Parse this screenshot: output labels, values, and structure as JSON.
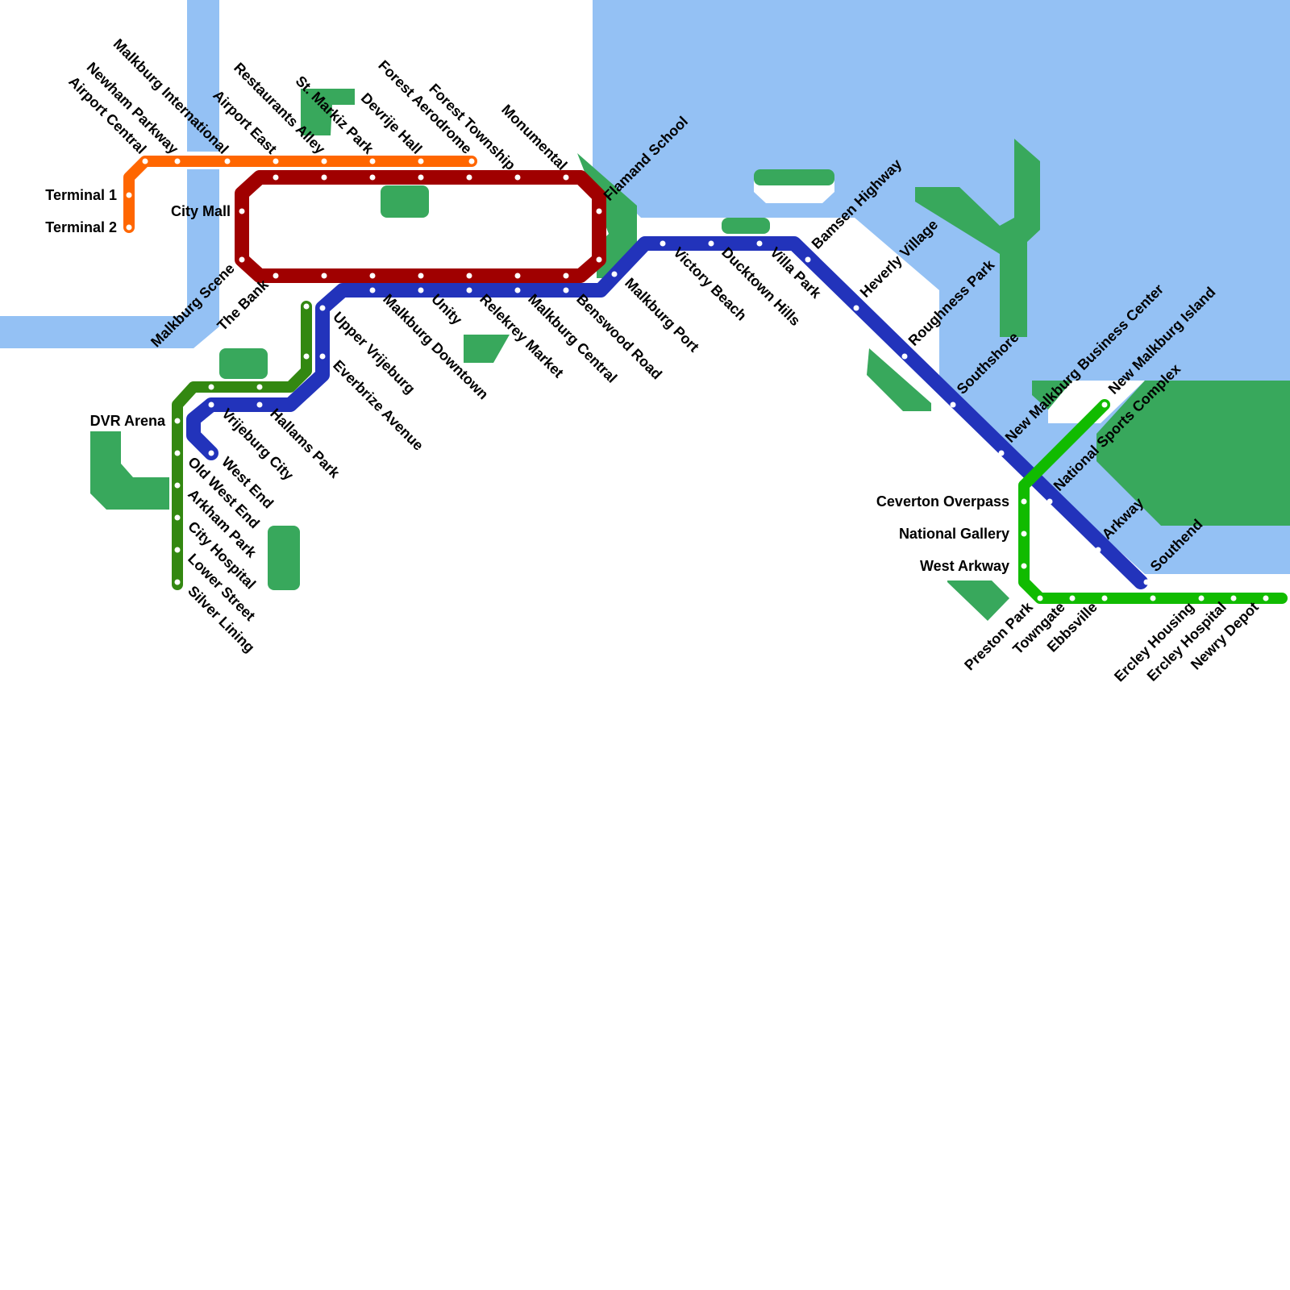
{
  "colors": {
    "background": "#ffffff",
    "water": "#94c1f4",
    "park": "#38a85c",
    "station": "#ffffff",
    "label": "#000000"
  },
  "lines": {
    "orange": {
      "color": "#ff6600"
    },
    "red": {
      "color": "#a00000"
    },
    "blue": {
      "color": "#2233bb"
    },
    "darkgreen": {
      "color": "#338811"
    },
    "green": {
      "color": "#11bb00"
    }
  },
  "stations": {
    "terminal-1": "Terminal 1",
    "terminal-2": "Terminal 2",
    "airport-central": "Airport Central",
    "newham-parkway": "Newham Parkway",
    "malkburg-international": "Malkburg International",
    "airport-east": "Airport East",
    "restaurants-alley": "Restaurants Alley",
    "st-markiz-park": "St. Markiz Park",
    "devrije-hall": "Devrije Hall",
    "forest-aerodrome": "Forest Aerodrome",
    "forest-township": "Forest Township",
    "monumental": "Monumental",
    "flamand-school": "Flamand School",
    "city-mall": "City Mall",
    "malkburg-scene": "Malkburg Scene",
    "the-bank": "The Bank",
    "malkburg-downtown": "Malkburg Downtown",
    "unity": "Unity",
    "relekrey-market": "Relekrey Market",
    "malkburg-central": "Malkburg Central",
    "benswood-road": "Benswood Road",
    "malkburg-port": "Malkburg Port",
    "victory-beach": "Victory Beach",
    "ducktown-hills": "Ducktown Hills",
    "villa-park": "Villa Park",
    "bamsen-highway": "Bamsen Highway",
    "heverly-village": "Heverly Village",
    "roughness-park": "Roughness Park",
    "southshore": "Southshore",
    "new-malkburg-business-center": "New Malkburg Business Center",
    "national-sports-complex": "National Sports Complex",
    "arkway": "Arkway",
    "southend": "Southend",
    "upper-vrijeburg": "Upper Vrijeburg",
    "everbrize-avenue": "Everbrize Avenue",
    "hallams-park": "Hallams Park",
    "vrijeburg-city": "Vrijeburg City",
    "west-end": "West End",
    "dvr-arena": "DVR Arena",
    "old-west-end": "Old West End",
    "arkham-park": "Arkham Park",
    "city-hospital": "City Hospital",
    "lower-street": "Lower Street",
    "silver-lining": "Silver Lining",
    "new-malkburg-island": "New Malkburg Island",
    "ceverton-overpass": "Ceverton Overpass",
    "national-gallery": "National Gallery",
    "west-arkway": "West Arkway",
    "preston-park": "Preston Park",
    "towngate": "Towngate",
    "ebbsville": "Ebbsville",
    "ercley-housing": "Ercley Housing",
    "ercley-hospital": "Ercley Hospital",
    "newry-depot": "Newry Depot"
  }
}
